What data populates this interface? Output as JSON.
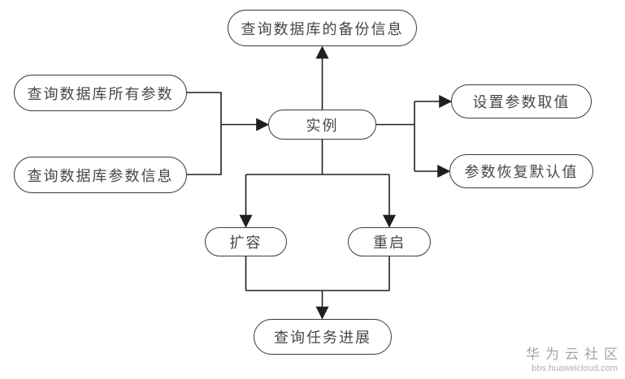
{
  "diagram": {
    "nodes": {
      "backup_info": {
        "label": "查询数据库的备份信息"
      },
      "all_params": {
        "label": "查询数据库所有参数"
      },
      "param_info": {
        "label": "查询数据库参数信息"
      },
      "instance": {
        "label": "实例"
      },
      "set_param": {
        "label": "设置参数取值"
      },
      "reset_param": {
        "label": "参数恢复默认值"
      },
      "scale": {
        "label": "扩容"
      },
      "restart": {
        "label": "重启"
      },
      "task_progress": {
        "label": "查询任务进展"
      }
    },
    "colors": {
      "background": "#ffffff",
      "node_border": "#3a3a3a",
      "node_text": "#474747",
      "line": "#1f1f1f",
      "watermark": "#a5a5a5"
    }
  },
  "watermark": {
    "title": "华为云社区",
    "url": "bbs.huaweicloud.com"
  }
}
